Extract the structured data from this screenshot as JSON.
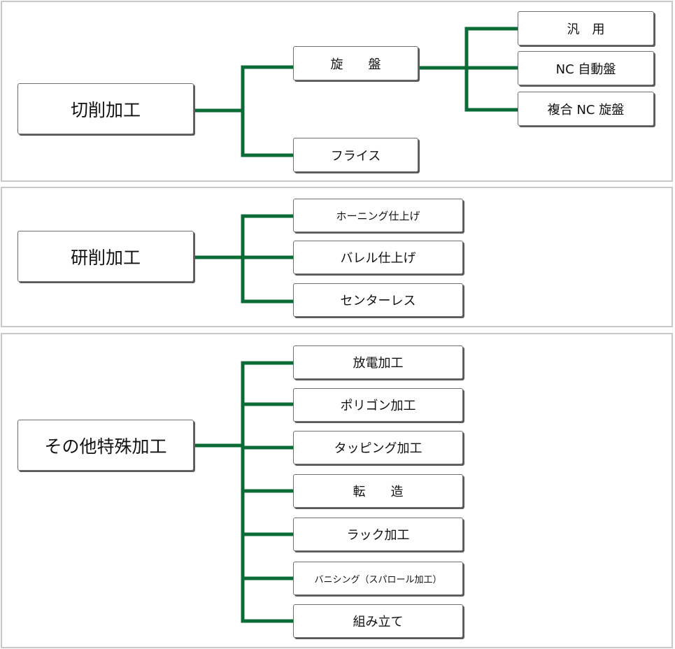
{
  "sections": [
    {
      "root": "切削加工",
      "children": [
        "旋　　盤",
        "フライス"
      ],
      "grandchildren": [
        "汎　用",
        "NC 自動盤",
        "複合 NC 旋盤"
      ]
    },
    {
      "root": "研削加工",
      "children": [
        "ホーニング仕上げ",
        "バレル仕上げ",
        "センターレス"
      ]
    },
    {
      "root": "その他特殊加工",
      "children": [
        "放電加工",
        "ポリゴン加工",
        "タッピング加工",
        "転　　造",
        "ラック加工",
        "バニシング（スパロール加工）",
        "組み立て"
      ]
    }
  ],
  "colors": {
    "connector": "#0b6b34",
    "panel_border": "#c8c8c8",
    "box_border": "#6e6e6e"
  }
}
